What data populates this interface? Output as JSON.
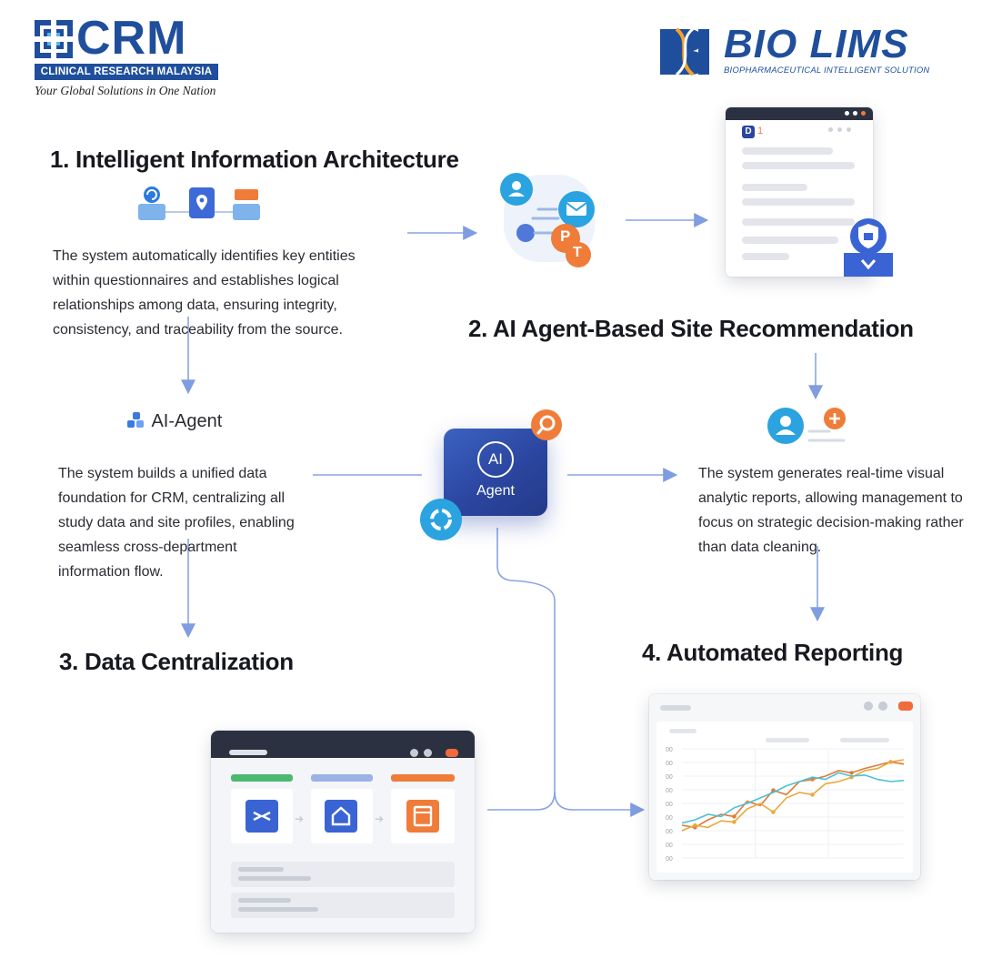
{
  "logos": {
    "crm": {
      "name": "CRM",
      "full_name": "CLINICAL RESEARCH MALAYSIA",
      "tagline": "Your Global Solutions in One Nation"
    },
    "biolims": {
      "name": "BIO LIMS",
      "subtitle": "BIOPHARMACEUTICAL INTELLIGENT SOLUTION"
    }
  },
  "steps": {
    "step1": {
      "title": "1. Intelligent Information Architecture",
      "text": "The system automatically identifies key entities within questionnaires and establishes logical relationships among data, ensuring integrity, consistency, and traceability from the source."
    },
    "step2": {
      "title": "2. AI Agent-Based Site Recommendation"
    },
    "ai_agent": {
      "label": "AI-Agent",
      "text": "The system builds a unified data foundation for CRM, centralizing all study data and site profiles, enabling seamless cross-department information flow."
    },
    "step3": {
      "title": "3. Data Centralization"
    },
    "step4": {
      "title": "4. Automated Reporting",
      "text": "The system generates real-time visual analytic reports, allowing management to focus on strategic decision-making rather than data cleaning."
    }
  },
  "agent_box": {
    "ring_text": "AI",
    "label": "Agent"
  },
  "recommendation_badges": [
    "P",
    "T"
  ],
  "doc_window": {
    "badge": "D",
    "badge_num": "1"
  },
  "report_chart": {
    "tick_labels": [
      "00",
      "00",
      "00",
      "00",
      "00",
      "00",
      "00",
      "00",
      "00"
    ]
  },
  "chart_data": {
    "type": "line",
    "title": "",
    "xlabel": "",
    "ylabel": "",
    "series": [
      {
        "values": [
          0.3,
          0.28,
          0.35,
          0.4,
          0.38,
          0.52,
          0.48,
          0.62,
          0.58,
          0.7,
          0.72,
          0.75,
          0.8,
          0.78,
          0.82,
          0.85,
          0.88,
          0.86
        ]
      },
      {
        "values": [
          0.25,
          0.3,
          0.28,
          0.34,
          0.33,
          0.45,
          0.5,
          0.42,
          0.55,
          0.6,
          0.58,
          0.68,
          0.7,
          0.74,
          0.8,
          0.82,
          0.88,
          0.9
        ]
      },
      {
        "values": [
          0.32,
          0.35,
          0.4,
          0.38,
          0.46,
          0.5,
          0.55,
          0.6,
          0.66,
          0.7,
          0.74,
          0.72,
          0.78,
          0.75,
          0.76,
          0.72,
          0.7,
          0.71
        ]
      }
    ],
    "colors": [
      "#e07b39",
      "#e9a93c",
      "#4cc0d6"
    ],
    "ylim": [
      0,
      1
    ],
    "grid": true
  },
  "colors": {
    "brand_blue": "#1f4f9c",
    "arrow": "#7f9de0",
    "agent_gradient_start": "#3b62c2",
    "agent_gradient_end": "#243a8a",
    "orange": "#f07c3a",
    "green": "#4cb970",
    "cyan": "#2aa3e0"
  },
  "icons": [
    "crm-logo-mark",
    "biolims-dna-mark",
    "chat-bubble-icon",
    "mail-icon",
    "location-pin-icon",
    "database-icon",
    "shield-download-icon",
    "user-icon",
    "plus-icon",
    "search-icon",
    "sync-icon",
    "ai-agent-icon",
    "flow-icon",
    "home-icon",
    "document-icon"
  ]
}
